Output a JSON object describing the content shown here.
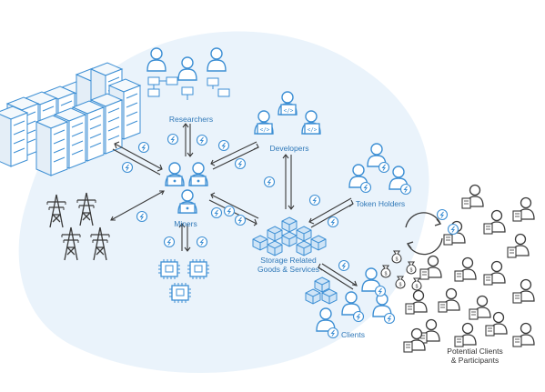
{
  "labels": {
    "researchers": "Researchers",
    "developers": "Developers",
    "token_holders": "Token Holders",
    "miners": "Miners",
    "storage_line1": "Storage Related",
    "storage_line2": "Goods & Services",
    "clients": "Clients",
    "potential_line1": "Potential Clients",
    "potential_line2": "& Participants"
  },
  "icons": {
    "people": "person-icon",
    "developer": "developer-code-icon",
    "token": "token-coin-icon",
    "chip": "cpu-chip-icon",
    "server": "server-rack-icon",
    "tower": "power-tower-icon",
    "cube": "storage-cube-icon",
    "moneybag": "money-bag-icon",
    "cycle": "cycle-arrows-icon"
  },
  "colors": {
    "accent": "#3d8fd4",
    "blob": "#eaf3fb",
    "dark": "#3a3a3a",
    "cube_fill": "#cfe4f6"
  }
}
